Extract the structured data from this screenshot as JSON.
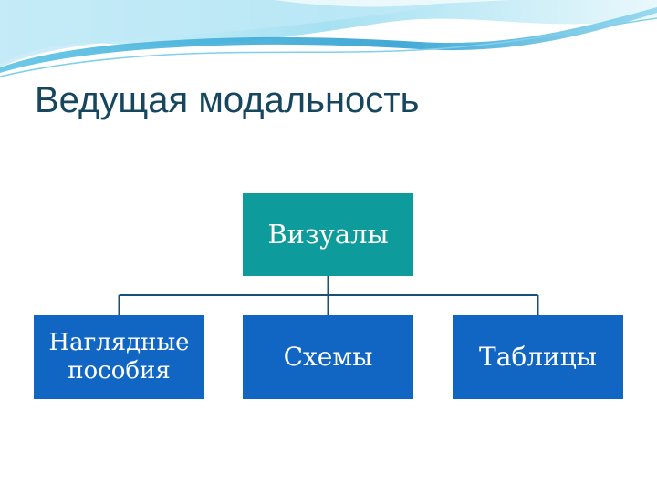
{
  "slide": {
    "title": "Ведущая модальность"
  },
  "diagram": {
    "root": {
      "label": "Визуалы"
    },
    "children": [
      {
        "label": "Наглядные пособия"
      },
      {
        "label": "Схемы"
      },
      {
        "label": "Таблицы"
      }
    ]
  },
  "colors": {
    "title": "#17475e",
    "root_fill": "#0e9b9b",
    "child_fill": "#1166c4",
    "connector": "#1a4f78",
    "wave_light": "#c9eef7",
    "wave_mid": "#7fd0ea",
    "wave_dark": "#2f9fd0"
  }
}
